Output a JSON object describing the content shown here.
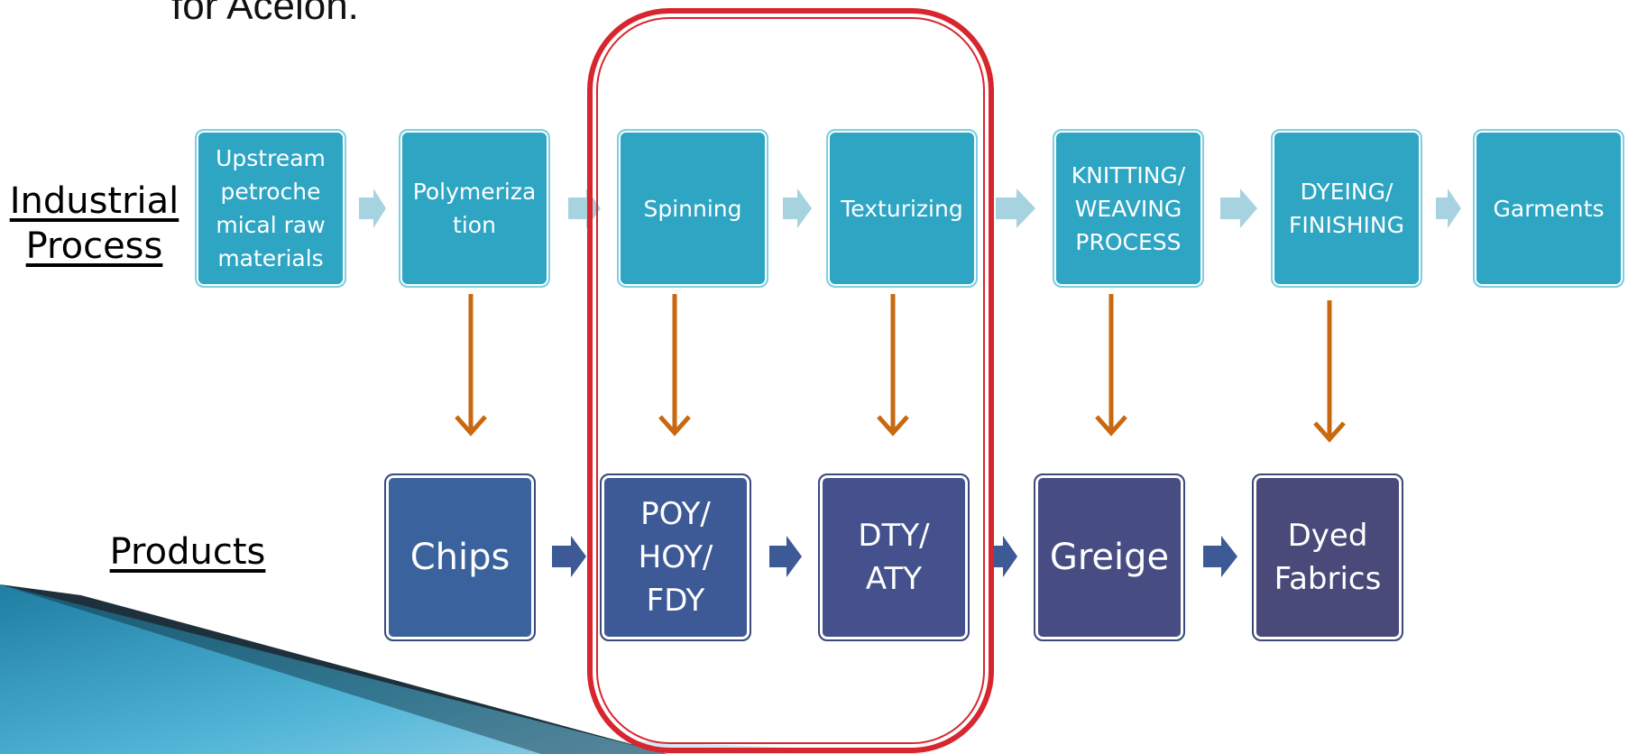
{
  "slide": {
    "heading_fragment": "for Acelon."
  },
  "labels": {
    "industrial_process": "Industrial\nProcess",
    "products": "Products"
  },
  "process_steps": [
    {
      "label": "Upstream\npetroche\nmical raw\nmaterials"
    },
    {
      "label": "Polymeriza\ntion"
    },
    {
      "label": "Spinning"
    },
    {
      "label": "Texturizing"
    },
    {
      "label": "KNITTING/\nWEAVING\nPROCESS"
    },
    {
      "label": "DYEING/\nFINISHING"
    },
    {
      "label": "Garments"
    }
  ],
  "products": [
    {
      "label": "Chips"
    },
    {
      "label": "POY/\nHOY/\nFDY"
    },
    {
      "label": "DTY/\nATY"
    },
    {
      "label": "Greige"
    },
    {
      "label": "Dyed\nFabrics"
    }
  ],
  "colors": {
    "process_fill": "#2ea5c3",
    "process_chevron": "#a7d3e0",
    "product_chevron": "#3d5a96",
    "down_arrow": "#c8680f",
    "highlight_frame": "#d7262e",
    "product_fills": [
      "#3a629d",
      "#3d5a96",
      "#44518d",
      "#474d82",
      "#4a4a7a"
    ]
  }
}
